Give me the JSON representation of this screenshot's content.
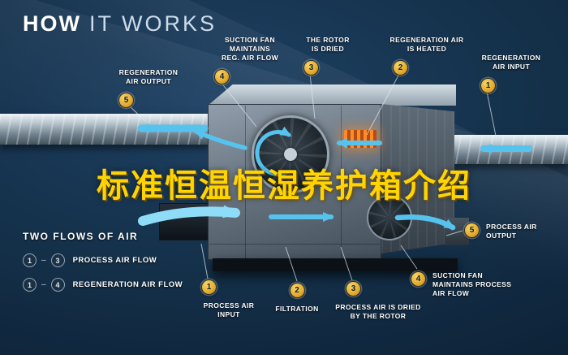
{
  "title": {
    "strong": "HOW",
    "rest": "IT WORKS"
  },
  "overlay_title": "标准恒温恒湿养护箱介绍",
  "callouts": [
    {
      "num": "5",
      "label": "REGENERATION\nAIR OUTPUT"
    },
    {
      "num": "4",
      "label": "SUCTION FAN\nMAINTAINS\nREG. AIR FLOW"
    },
    {
      "num": "3",
      "label": "THE ROTOR\nIS DRIED"
    },
    {
      "num": "2",
      "label": "REGENERATION AIR\nIS HEATED"
    },
    {
      "num": "1",
      "label": "REGENERATION\nAIR INPUT"
    },
    {
      "num": "5",
      "label": "PROCESS AIR\nOUTPUT"
    },
    {
      "num": "4",
      "label": "SUCTION FAN\nMAINTAINS PROCESS\nAIR FLOW"
    },
    {
      "num": "1",
      "label": "PROCESS AIR\nINPUT"
    },
    {
      "num": "2",
      "label": "FILTRATION"
    },
    {
      "num": "3",
      "label": "PROCESS AIR IS DRIED\nBY THE ROTOR"
    }
  ],
  "legend": {
    "heading": "TWO FLOWS OF AIR",
    "separator": "–",
    "items": [
      {
        "start": "1",
        "end": "3",
        "label": "PROCESS AIR FLOW"
      },
      {
        "start": "1",
        "end": "4",
        "label": "REGENERATION AIR FLOW"
      }
    ]
  },
  "colors": {
    "background_navy": "#0f2740",
    "badge_gold": "#e2ab2d",
    "arrow_blue": "#56c3ee",
    "overlay_yellow": "#ffd400"
  }
}
